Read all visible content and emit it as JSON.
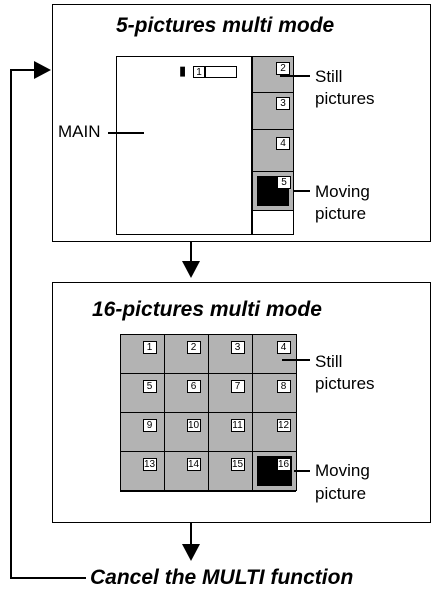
{
  "mode5": {
    "title": "5-pictures multi mode",
    "main_label": "MAIN",
    "main_window_number": "1",
    "numbers": [
      "2",
      "3",
      "4",
      "5"
    ],
    "still_label_line1": "Still",
    "still_label_line2": "pictures",
    "moving_label_line1": "Moving",
    "moving_label_line2": "picture"
  },
  "mode16": {
    "title": "16-pictures multi mode",
    "numbers": [
      "1",
      "2",
      "3",
      "4",
      "5",
      "6",
      "7",
      "8",
      "9",
      "10",
      "11",
      "12",
      "13",
      "14",
      "15",
      "16"
    ],
    "still_label_line1": "Still",
    "still_label_line2": "pictures",
    "moving_label_line1": "Moving",
    "moving_label_line2": "picture"
  },
  "cancel_text": "Cancel the MULTI function"
}
